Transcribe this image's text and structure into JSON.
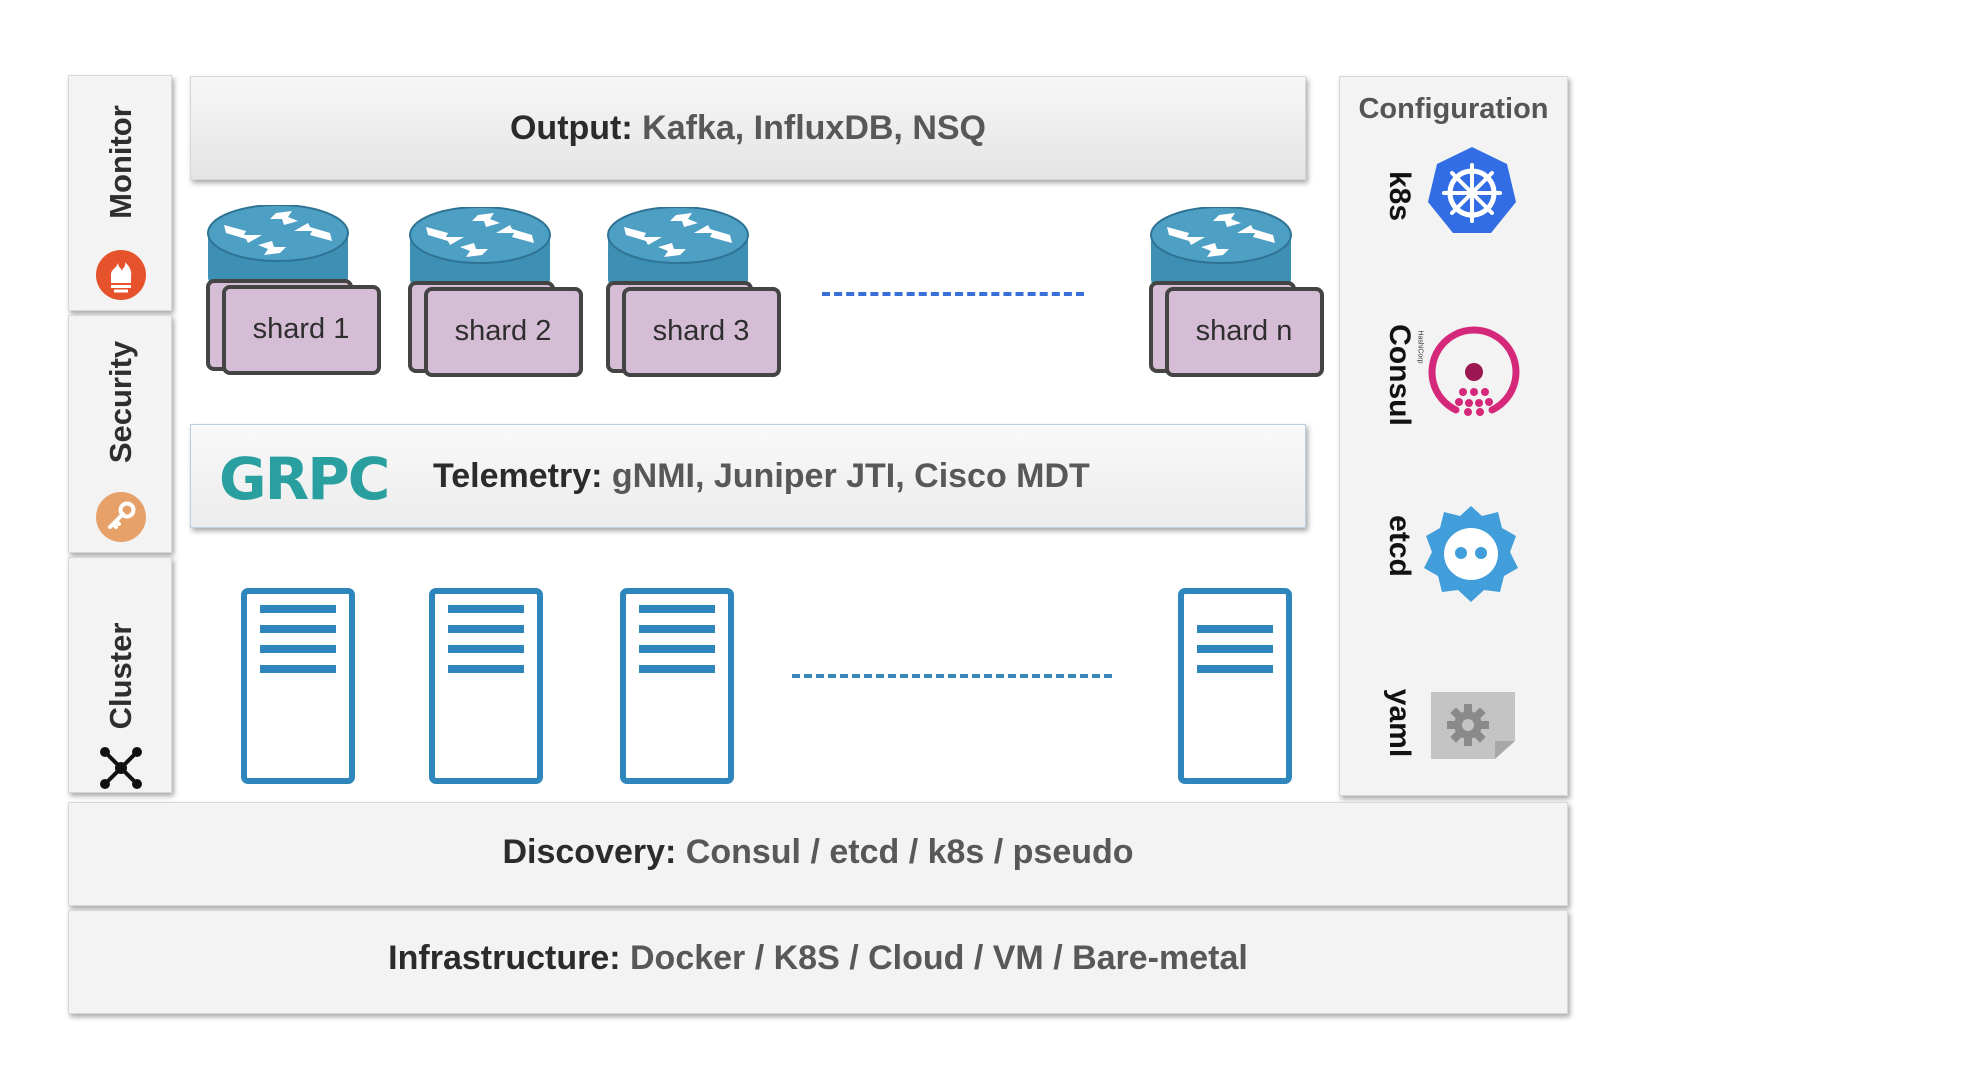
{
  "output": {
    "key": "Output:",
    "value": "Kafka, InfluxDB, NSQ"
  },
  "telemetry": {
    "logo": "GRPC",
    "key": "Telemetry:",
    "value": "gNMI, Juniper JTI, Cisco MDT"
  },
  "discovery": {
    "key": "Discovery:",
    "value": "Consul / etcd / k8s / pseudo"
  },
  "infrastructure": {
    "key": "Infrastructure:",
    "value": "Docker / K8S / Cloud / VM / Bare-metal"
  },
  "side_tabs": [
    {
      "label": "Monitor",
      "icon": "prometheus-icon"
    },
    {
      "label": "Security",
      "icon": "key-icon"
    },
    {
      "label": "Cluster",
      "icon": "cluster-icon"
    }
  ],
  "configuration": {
    "title": "Configuration",
    "items": [
      {
        "label": "k8s",
        "icon": "kubernetes-icon"
      },
      {
        "label": "Consul",
        "small": "HashiCorp",
        "icon": "consul-icon"
      },
      {
        "label": "etcd",
        "icon": "etcd-icon"
      },
      {
        "label": "yaml",
        "icon": "yaml-file-icon"
      }
    ]
  },
  "shards": [
    "shard 1",
    "shard 2",
    "shard 3",
    "shard n"
  ],
  "colors": {
    "router": "#3d8fb3",
    "shard_fill": "#d6bdd6",
    "server": "#2e86bd",
    "grpc": "#2a9fa0",
    "dash_top": "#3a6fd8",
    "dash_bottom": "#3b88b8"
  }
}
